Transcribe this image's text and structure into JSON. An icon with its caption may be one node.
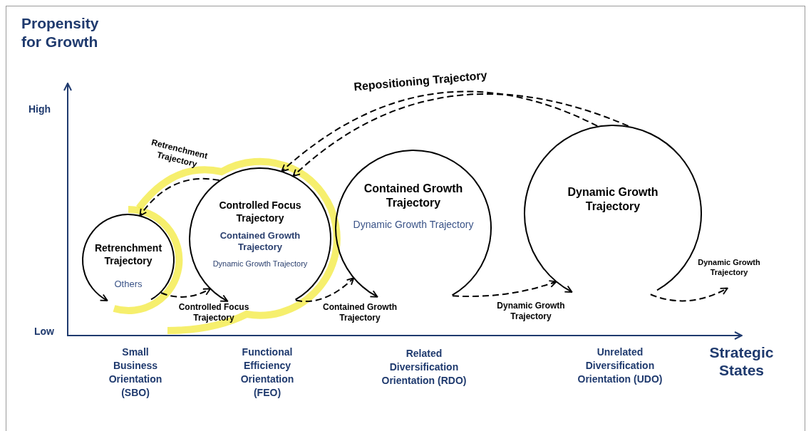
{
  "diagram": {
    "nodes": [
      {
        "text": [
          "Retrenchment Trajectory",
          "Others"
        ]
      },
      {
        "text": [
          "Controlled Focus Trajectory",
          "Contained Growth Trajectory",
          "Dynamic Growth Trajectory"
        ]
      },
      {
        "text": [
          "Contained Growth Trajectory",
          "Dynamic Growth Trajectory"
        ]
      },
      {
        "text": [
          "Dynamic Growth Trajectory"
        ]
      }
    ],
    "edges": [
      {
        "from": 0,
        "to": 1,
        "arrow": "to",
        "style": "dashed",
        "label": "Controlled Focus Trajectory"
      },
      {
        "from": 1,
        "to": 2,
        "arrow": "to",
        "style": "dashed",
        "label": "Contained Growth Trajectory"
      },
      {
        "from": 2,
        "to": 3,
        "arrow": "to",
        "style": "dashed",
        "label": "Dynamic Growth Trajectory"
      },
      {
        "from": 3,
        "to": null,
        "arrow": "to",
        "style": "dashed",
        "label": "Dynamic Growth Trajectory"
      },
      {
        "from": 3,
        "to": 1,
        "arrow": "to",
        "style": "dashed",
        "label": "Repositioning Trajectory"
      },
      {
        "from": 3,
        "to": 1,
        "arrow": "to",
        "style": "dashed"
      },
      {
        "from": 1,
        "to": 0,
        "arrow": "to",
        "style": "dashed",
        "label": "Retrenchment Trajectory"
      }
    ],
    "labels": [
      "Propensity for Growth",
      "High",
      "Low",
      "Strategic States",
      "Small Business Orientation (SBO)",
      "Functional Efficiency Orientation (FEO)",
      "Related Diversification Orientation (RDO)",
      "Unrelated Diversification Orientation (UDO)"
    ]
  }
}
